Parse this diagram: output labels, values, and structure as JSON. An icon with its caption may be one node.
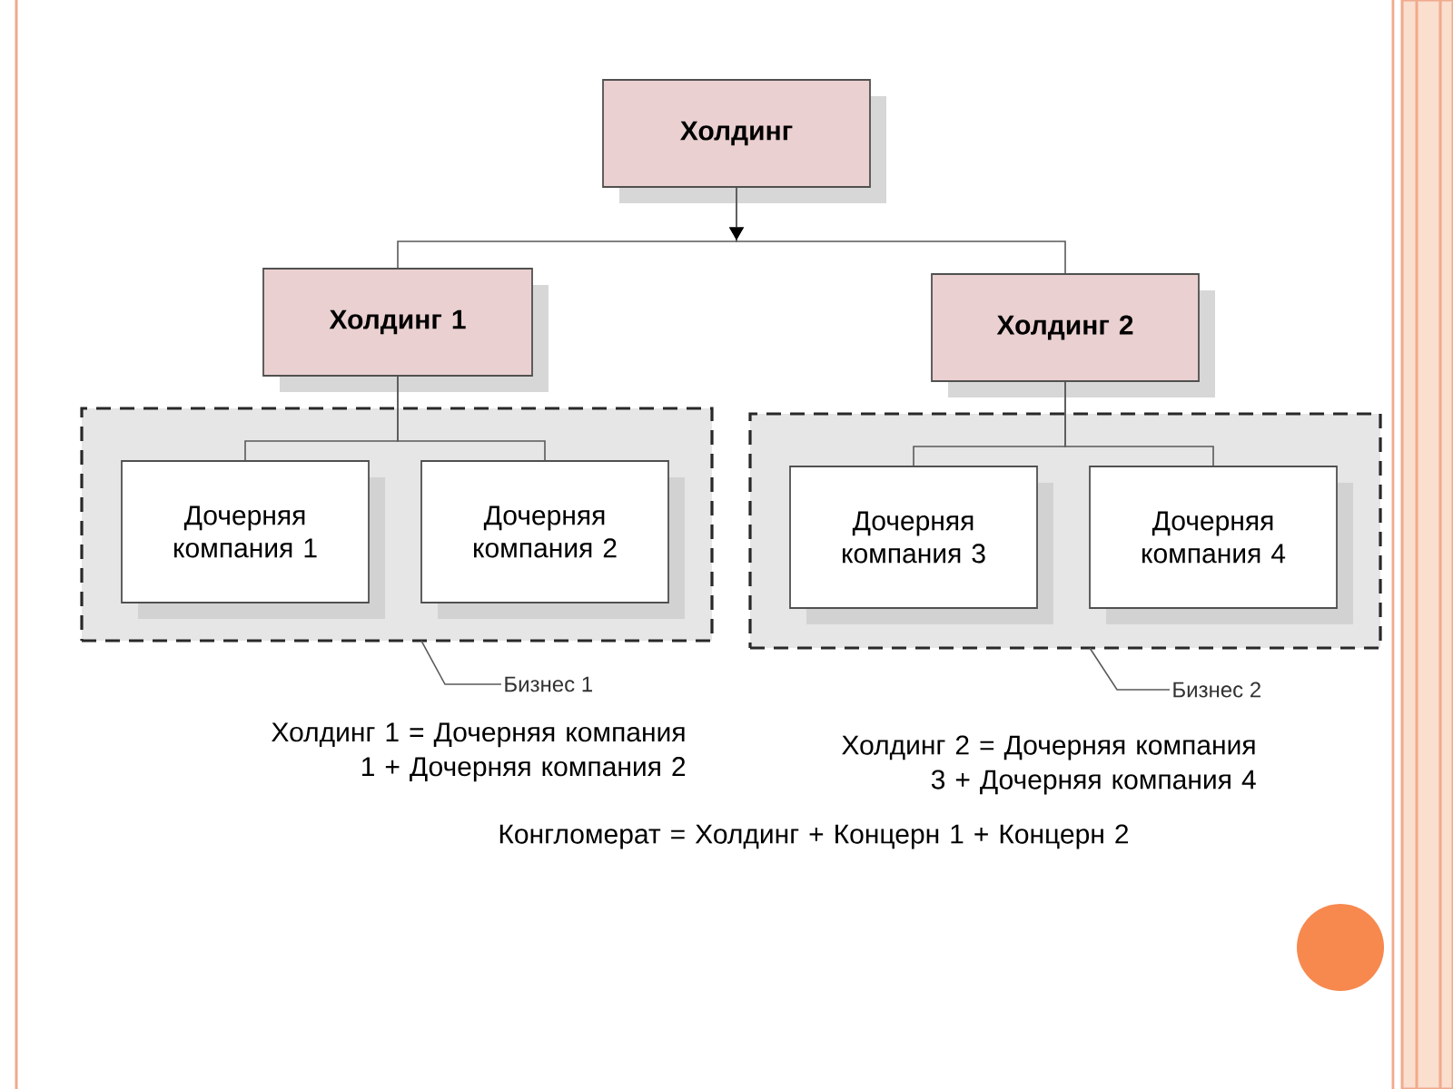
{
  "diagram": {
    "nodes": [
      {
        "text": [
          "Холдинг"
        ]
      },
      {
        "text": [
          "Холдинг 1"
        ]
      },
      {
        "text": [
          "Холдинг 2"
        ]
      },
      {
        "text": [],
        "shape": "box"
      },
      {
        "text": [
          "Дочерняя компания 1"
        ],
        "in": 3
      },
      {
        "text": [
          "Дочерняя компания 2"
        ],
        "in": 3
      },
      {
        "text": [],
        "shape": "box"
      },
      {
        "text": [
          "Дочерняя компания 3"
        ],
        "in": 6
      },
      {
        "text": [
          "Дочерняя компания 4"
        ],
        "in": 6
      },
      {
        "text": [
          "Бизнес 1"
        ]
      },
      {
        "text": [
          "Бизнес 2"
        ]
      }
    ],
    "edges": [
      {
        "from": 0,
        "to": 1,
        "arrow": "to"
      },
      {
        "from": 0,
        "to": 2,
        "arrow": "to"
      },
      {
        "from": 1,
        "to": 4,
        "arrow": "none"
      },
      {
        "from": 1,
        "to": 5,
        "arrow": "none"
      },
      {
        "from": 2,
        "to": 7,
        "arrow": "none"
      },
      {
        "from": 2,
        "to": 8,
        "arrow": "none"
      },
      {
        "from": 9,
        "to": 3,
        "arrow": "none"
      },
      {
        "from": 10,
        "to": 6,
        "arrow": "none"
      }
    ],
    "labels": [
      "Холдинг 1 = Дочерняя компания 1 + Дочерняя компания 2",
      "Холдинг 2 = Дочерняя компания 3 + Дочерняя компания 4",
      "Конгломерат = Холдинг  + Концерн 1 + Концерн 2"
    ]
  }
}
